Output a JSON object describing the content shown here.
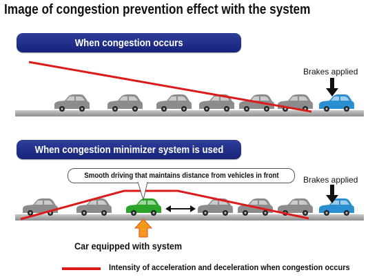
{
  "title": "Image of congestion prevention effect with the system",
  "scenario_1": {
    "header": "When congestion occurs",
    "brake_label": "Brakes applied"
  },
  "scenario_2": {
    "header": "When congestion minimizer system is used",
    "bubble_text": "Smooth driving that maintains distance from vehicles in front",
    "brake_label": "Brakes applied",
    "equipped_label": "Car equipped with system"
  },
  "legend": {
    "text": "Intensity of acceleration and deceleration when congestion occurs"
  },
  "colors": {
    "header_blue": "#1b2a85",
    "intensity_line": "#dd1a1a",
    "gray_car": "#8c8c8c",
    "braking_car": "#2a8fd0",
    "equipped_car": "#2aa52a",
    "arrow_orange": "#f39a1c"
  },
  "icons": [
    "car-icon",
    "down-arrow-icon",
    "double-arrow-icon",
    "up-arrow-icon"
  ]
}
